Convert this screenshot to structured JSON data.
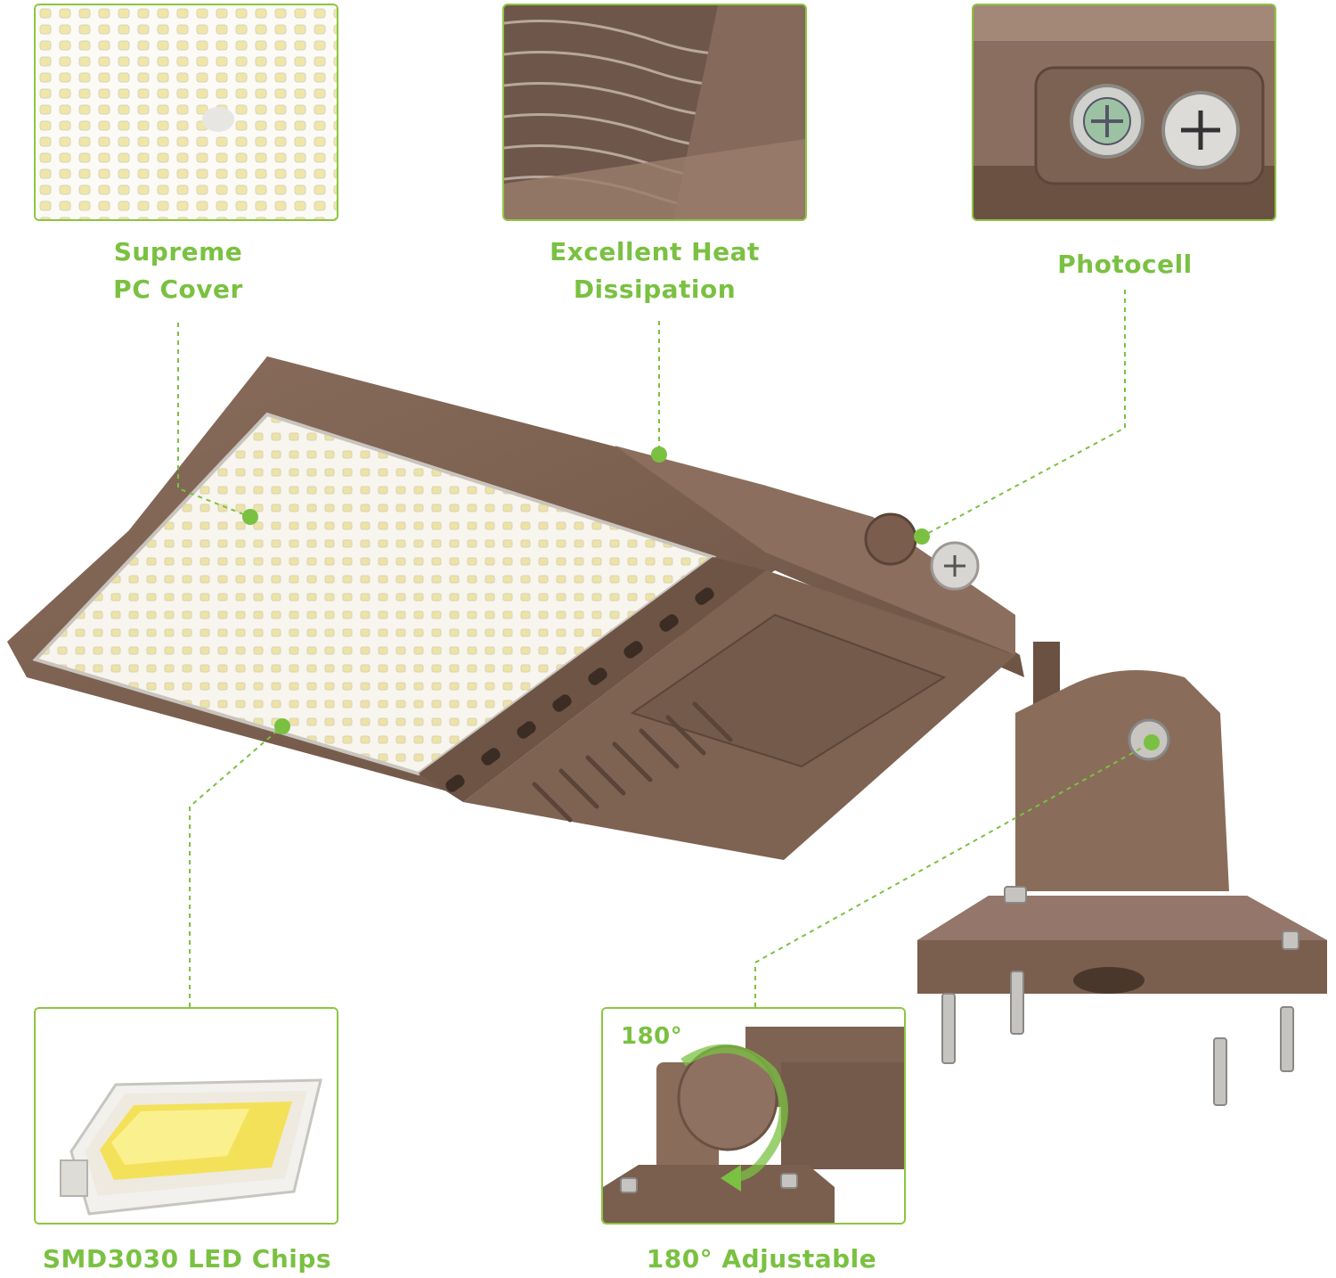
{
  "colors": {
    "accent": "#7ac142",
    "border": "#8cc63f",
    "housing": "#7b5f4e",
    "led_yellow": "#f3e9a0"
  },
  "features": {
    "pc_cover": {
      "line1": "Supreme",
      "line2": "PC Cover",
      "icon": "led-panel-closeup"
    },
    "heat": {
      "line1": "Excellent Heat",
      "line2": "Dissipation",
      "icon": "heat-sink-fins"
    },
    "photocell": {
      "label": "Photocell",
      "icon": "photocell-sensor"
    },
    "chips": {
      "label": "SMD3030 LED Chips",
      "icon": "smd-chip"
    },
    "adjustable": {
      "label": "180° Adjustable",
      "angle": "180°",
      "icon": "rotation-arrow"
    }
  }
}
